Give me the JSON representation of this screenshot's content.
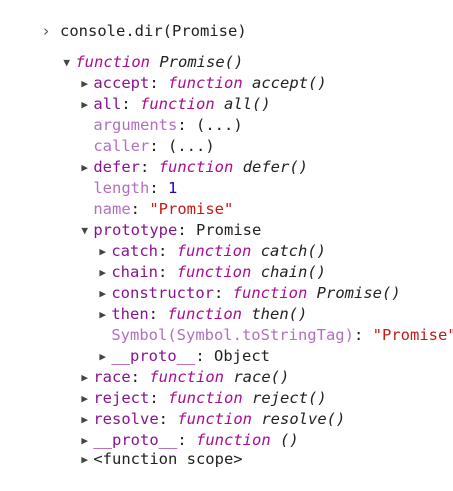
{
  "command": {
    "prompt_glyph": "›",
    "text": "console.dir(Promise)"
  },
  "root": {
    "keyword": "function",
    "name": "Promise()"
  },
  "props": [
    {
      "key": "accept",
      "keyword": "function",
      "value": "accept()"
    },
    {
      "key": "all",
      "keyword": "function",
      "value": "all()"
    },
    {
      "key": "arguments",
      "value": "(...)"
    },
    {
      "key": "caller",
      "value": "(...)"
    },
    {
      "key": "defer",
      "keyword": "function",
      "value": "defer()"
    },
    {
      "key": "length",
      "value": "1"
    },
    {
      "key": "name",
      "value": "\"Promise\""
    },
    {
      "key": "prototype",
      "value": "Promise"
    }
  ],
  "prototype_children": [
    {
      "key": "catch",
      "keyword": "function",
      "value": "catch()"
    },
    {
      "key": "chain",
      "keyword": "function",
      "value": "chain()"
    },
    {
      "key": "constructor",
      "keyword": "function",
      "value": "Promise()"
    },
    {
      "key": "then",
      "keyword": "function",
      "value": "then()"
    },
    {
      "key": "Symbol(Symbol.toStringTag)",
      "value": "\"Promise\""
    },
    {
      "key": "__proto__",
      "value": "Object"
    }
  ],
  "props_after": [
    {
      "key": "race",
      "keyword": "function",
      "value": "race()"
    },
    {
      "key": "reject",
      "keyword": "function",
      "value": "reject()"
    },
    {
      "key": "resolve",
      "keyword": "function",
      "value": "resolve()"
    },
    {
      "key": "__proto__",
      "keyword": "function",
      "value": "()"
    },
    {
      "key": "<function scope>",
      "value": ""
    }
  ],
  "colon": ":",
  "colors": {
    "key": "#881391",
    "function_keyword": "#aa0d91",
    "string": "#c41a16",
    "number": "#1c00cf",
    "text": "#222222"
  },
  "icons": {
    "collapsed": "triangle-right-icon",
    "expanded": "triangle-down-icon"
  }
}
